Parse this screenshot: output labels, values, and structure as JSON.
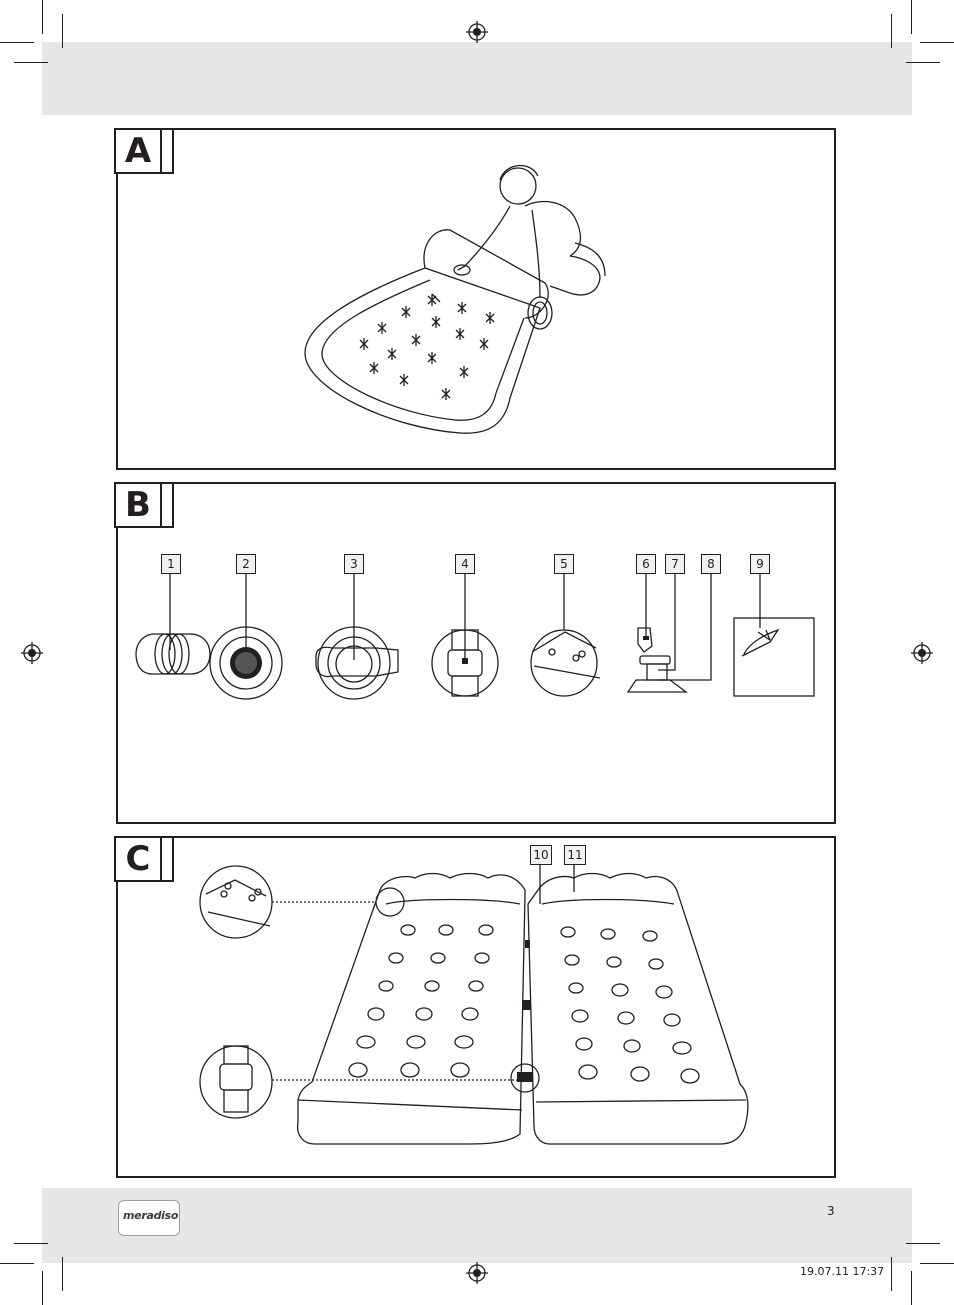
{
  "sections": [
    {
      "letter": "A"
    },
    {
      "letter": "B",
      "callouts": [
        "1",
        "2",
        "3",
        "4",
        "5",
        "6",
        "7",
        "8",
        "9"
      ]
    },
    {
      "letter": "C",
      "callouts": [
        "10",
        "11"
      ]
    }
  ],
  "footer": {
    "brand": "meradiso",
    "page_number": "3",
    "print_stamp": "19.07.11   17:37"
  },
  "colors": {
    "ink": "#231f20",
    "band": "#e6e7e8"
  }
}
